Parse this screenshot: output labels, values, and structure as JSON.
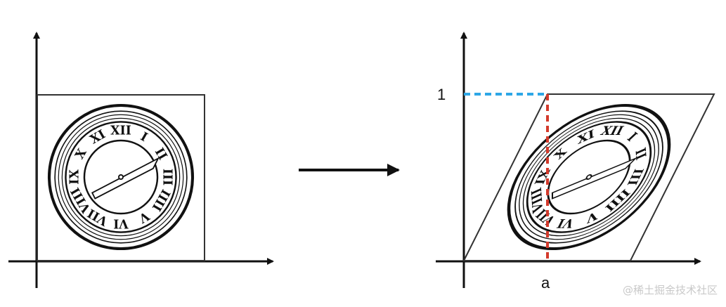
{
  "labels": {
    "y_tick": "1",
    "x_tick": "a"
  },
  "watermark": "@稀土掘金技术社区",
  "colors": {
    "ink": "#111111",
    "guide_y": "#2ea7e6",
    "guide_x": "#d33a2c"
  },
  "clock": {
    "numerals": [
      "XII",
      "I",
      "II",
      "III",
      "IIII",
      "V",
      "VI",
      "VII",
      "VIII",
      "IX",
      "X",
      "XI"
    ]
  }
}
